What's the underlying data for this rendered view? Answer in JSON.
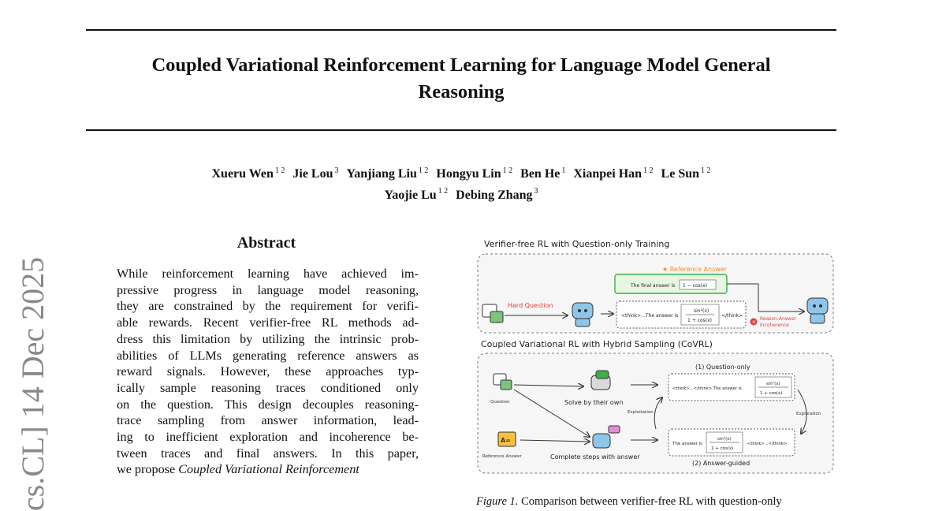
{
  "paper": {
    "title_line1": "Coupled Variational Reinforcement Learning for Language Model General",
    "title_line2": "Reasoning",
    "authors_line1": [
      {
        "name": "Xueru Wen",
        "aff": "1 2"
      },
      {
        "name": "Jie Lou",
        "aff": "3"
      },
      {
        "name": "Yanjiang Liu",
        "aff": "1 2"
      },
      {
        "name": "Hongyu Lin",
        "aff": "1 2"
      },
      {
        "name": "Ben He",
        "aff": "1"
      },
      {
        "name": "Xianpei Han",
        "aff": "1 2"
      },
      {
        "name": "Le Sun",
        "aff": "1 2"
      }
    ],
    "authors_line2": [
      {
        "name": "Yaojie Lu",
        "aff": "1 2"
      },
      {
        "name": "Debing Zhang",
        "aff": "3"
      }
    ],
    "arxiv_stamp": "cs.CL]  14 Dec 2025",
    "abstract_heading": "Abstract",
    "abstract_lines": [
      "While reinforcement learning have achieved im-",
      "pressive progress in language model reasoning,",
      "they are constrained by the requirement for verifi-",
      "able rewards. Recent verifier-free RL methods ad-",
      "dress this limitation by utilizing the intrinsic prob-",
      "abilities of LLMs generating reference answers as",
      "reward signals.  However, these approaches typ-",
      "ically sample reasoning traces conditioned only",
      "on the question. This design decouples reasoning-",
      "trace sampling from answer information, lead-",
      "ing to inefficient exploration and incoherence be-",
      "tween traces and final answers.  In this paper,"
    ],
    "abstract_last_line_prefix": "we propose ",
    "abstract_last_line_italic": "Coupled Variational Reinforcement",
    "caption_label": "Figure 1.",
    "caption_text": " Comparison between verifier-free RL with question-only"
  },
  "figure": {
    "top_title": "Verifier-free RL with Question-only Training",
    "reference_answer_label": "Reference Answer",
    "final_answer_text": "The final answer is",
    "final_answer_math": "1 − cos(x)",
    "hard_question_label": "Hard Question",
    "think_prefix": "<think>...The answer is",
    "think_suffix": "</think>",
    "frac_num": "sin²(x)",
    "frac_den": "1 + cos(x)",
    "incoherence_label_1": "Reason-Answer",
    "incoherence_label_2": "Incoherence",
    "bottom_title": "Coupled Variational RL with Hybrid Sampling (CoVRL)",
    "question_only_label": "(1) Question-only",
    "question_label": "Question",
    "solve_label": "Solve by their own",
    "exploitation_label": "Exploitation",
    "exploration_label": "Exploration",
    "think_box_1_prefix": "<think>...</think> The answer is",
    "think_box_2_prefix": "The answer is",
    "think_box_2_suffix": "<think>...</think>",
    "reference_answer_small": "Reference Answer",
    "complete_label": "Complete steps with answer",
    "answer_guided_label": "(2) Answer-guided",
    "accent_orange": "#f28c28",
    "accent_green": "#3fae49",
    "error_red": "#e23b3b"
  }
}
